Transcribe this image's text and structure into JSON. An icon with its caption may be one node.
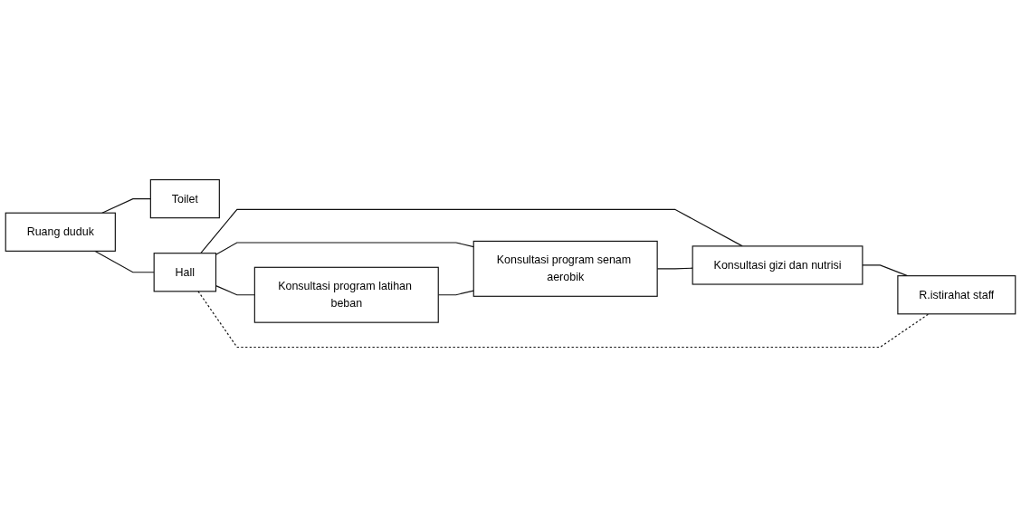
{
  "diagram": {
    "nodes": [
      {
        "text": [
          "Ruang duduk"
        ]
      },
      {
        "text": [
          "Toilet"
        ]
      },
      {
        "text": [
          "Hall"
        ]
      },
      {
        "text": [
          "Konsultasi program latihan beban"
        ]
      },
      {
        "text": [
          "Konsultasi program senam aerobik"
        ]
      },
      {
        "text": [
          "Konsultasi gizi dan nutrisi"
        ]
      },
      {
        "text": [
          "R.istirahat staff"
        ]
      }
    ],
    "edges": [
      {
        "from": 0,
        "to": 1,
        "arrow": "none"
      },
      {
        "from": 0,
        "to": 2,
        "arrow": "none"
      },
      {
        "from": 2,
        "to": 3,
        "arrow": "none"
      },
      {
        "from": 2,
        "to": 4,
        "arrow": "none"
      },
      {
        "from": 2,
        "to": 5,
        "arrow": "none"
      },
      {
        "from": 3,
        "to": 4,
        "arrow": "none"
      },
      {
        "from": 4,
        "to": 5,
        "arrow": "none"
      },
      {
        "from": 5,
        "to": 6,
        "arrow": "none"
      },
      {
        "from": 2,
        "to": 6,
        "arrow": "none",
        "style": "dashed"
      }
    ]
  }
}
